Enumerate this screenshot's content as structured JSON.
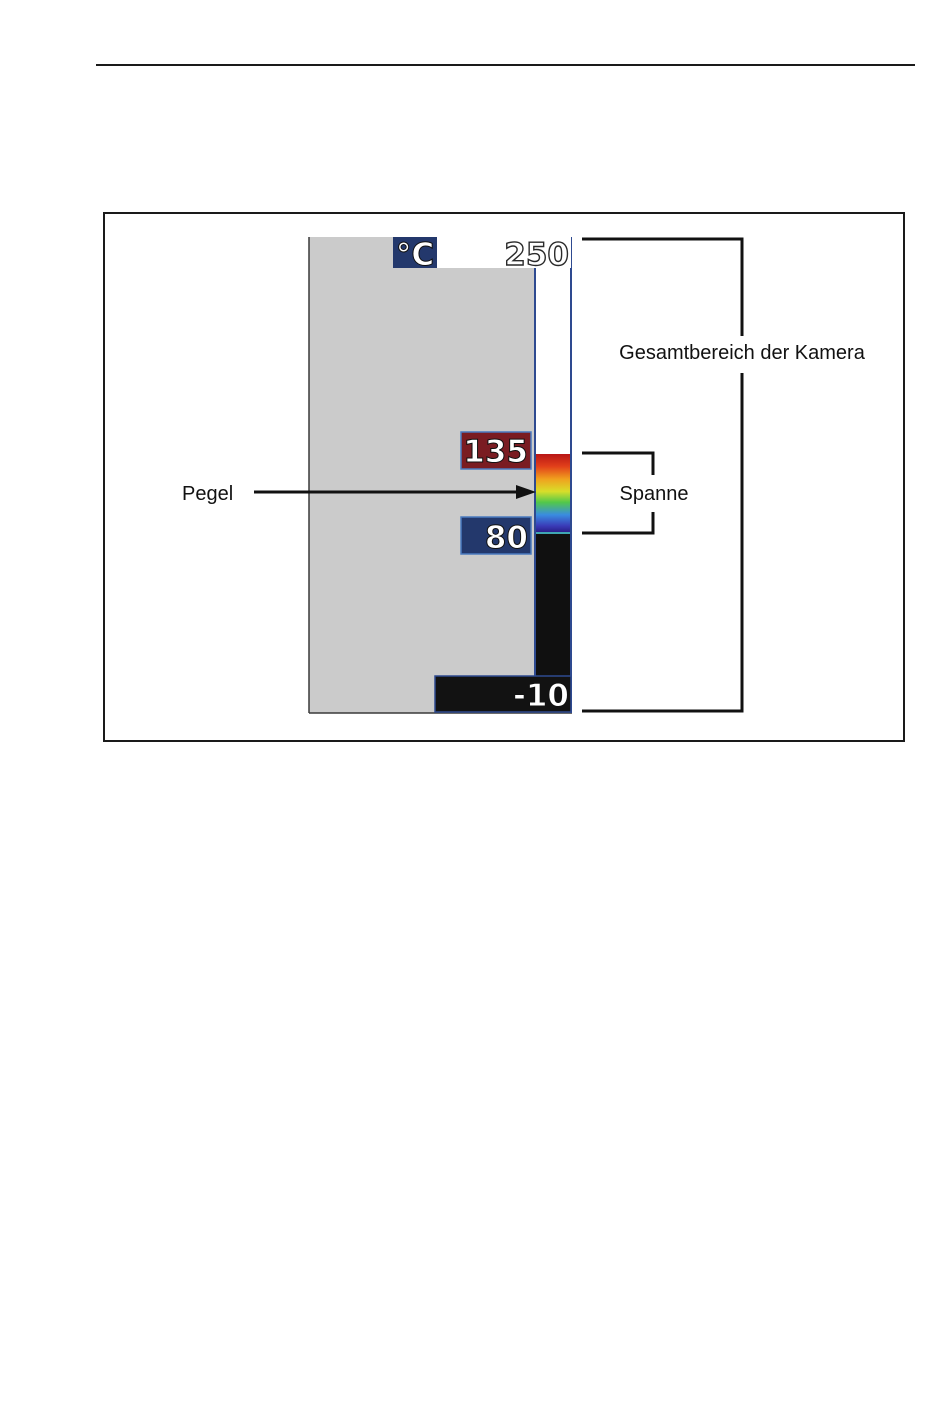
{
  "figure": {
    "unit": "°C",
    "range_max": "250",
    "range_min": "-10",
    "span_max": "135",
    "span_min": "80",
    "label_total_range": "Gesamtbereich der Kamera",
    "label_level": "Pegel",
    "label_span": "Spanne",
    "colors": {
      "screen_gray": "#cbcbcb",
      "unit_box": "#23386c",
      "span_max_box": "#7a1c22",
      "span_min_box": "#23386c",
      "bottom_box": "#121212",
      "scale_below": "#101010",
      "palette_top": "#c01818",
      "palette_bottom": "#2a1f8a"
    }
  }
}
